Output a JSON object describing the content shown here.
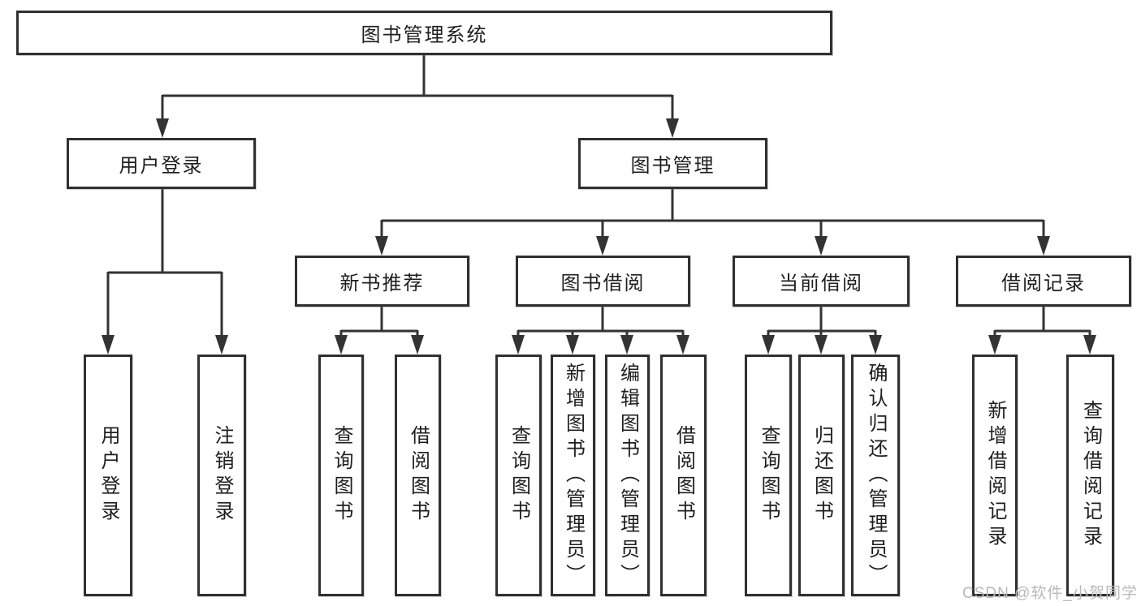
{
  "diagram": {
    "root": {
      "label": "图书管理系统"
    },
    "branches": [
      {
        "label": "用户登录",
        "children": [
          {
            "label": "用户登录"
          },
          {
            "label": "注销登录"
          }
        ]
      },
      {
        "label": "图书管理",
        "children": [
          {
            "label": "新书推荐",
            "children": [
              {
                "label": "查询图书"
              },
              {
                "label": "借阅图书"
              }
            ]
          },
          {
            "label": "图书借阅",
            "children": [
              {
                "label": "查询图书"
              },
              {
                "label": "新增图书（管理员）"
              },
              {
                "label": "编辑图书（管理员）"
              },
              {
                "label": "借阅图书"
              }
            ]
          },
          {
            "label": "当前借阅",
            "children": [
              {
                "label": "查询图书"
              },
              {
                "label": "归还图书"
              },
              {
                "label": "确认归还（管理员）"
              }
            ]
          },
          {
            "label": "借阅记录",
            "children": [
              {
                "label": "新增借阅记录"
              },
              {
                "label": "查询借阅记录"
              }
            ]
          }
        ]
      }
    ],
    "colors": {
      "line": "#333333",
      "box_border": "#303030",
      "text": "#1e1e1e",
      "watermark_text": "#b9b9b9",
      "background": "#ffffff"
    },
    "watermark": "CSDN @软件_小贺同学"
  }
}
